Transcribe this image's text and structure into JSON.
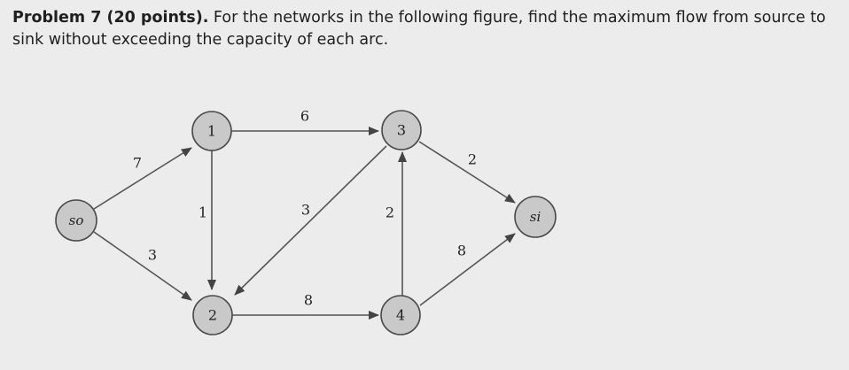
{
  "problem": {
    "heading": "Problem 7 (20 points).",
    "text": " For the networks in the following figure, find the maximum flow from source to sink without exceeding the capacity of each arc."
  },
  "network": {
    "nodes": {
      "so": "so",
      "n1": "1",
      "n2": "2",
      "n3": "3",
      "n4": "4",
      "si": "si"
    },
    "capacities": {
      "so_1": "7",
      "so_2": "3",
      "1_2": "1",
      "1_3": "6",
      "3_2": "3",
      "2_4": "8",
      "4_3": "2",
      "3_si": "2",
      "4_si": "8"
    }
  }
}
